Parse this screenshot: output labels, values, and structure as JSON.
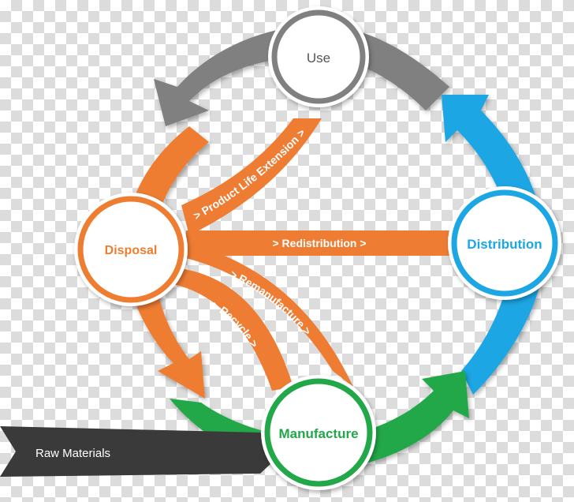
{
  "colors": {
    "gray": "#808080",
    "orange": "#ee7d33",
    "blue": "#1aa6e4",
    "green": "#20a84a",
    "dark": "#3a3a3a"
  },
  "nodes": {
    "use": "Use",
    "distribution": "Distribution",
    "manufacture": "Manufacture",
    "disposal": "Disposal"
  },
  "flows": {
    "product_life_extension": "> Product Life Extension >",
    "redistribution": "> Redistribution >",
    "remanufacture": "> Remanufacture >",
    "recycle": "> Recycle >"
  },
  "raw_materials": "Raw Materials"
}
